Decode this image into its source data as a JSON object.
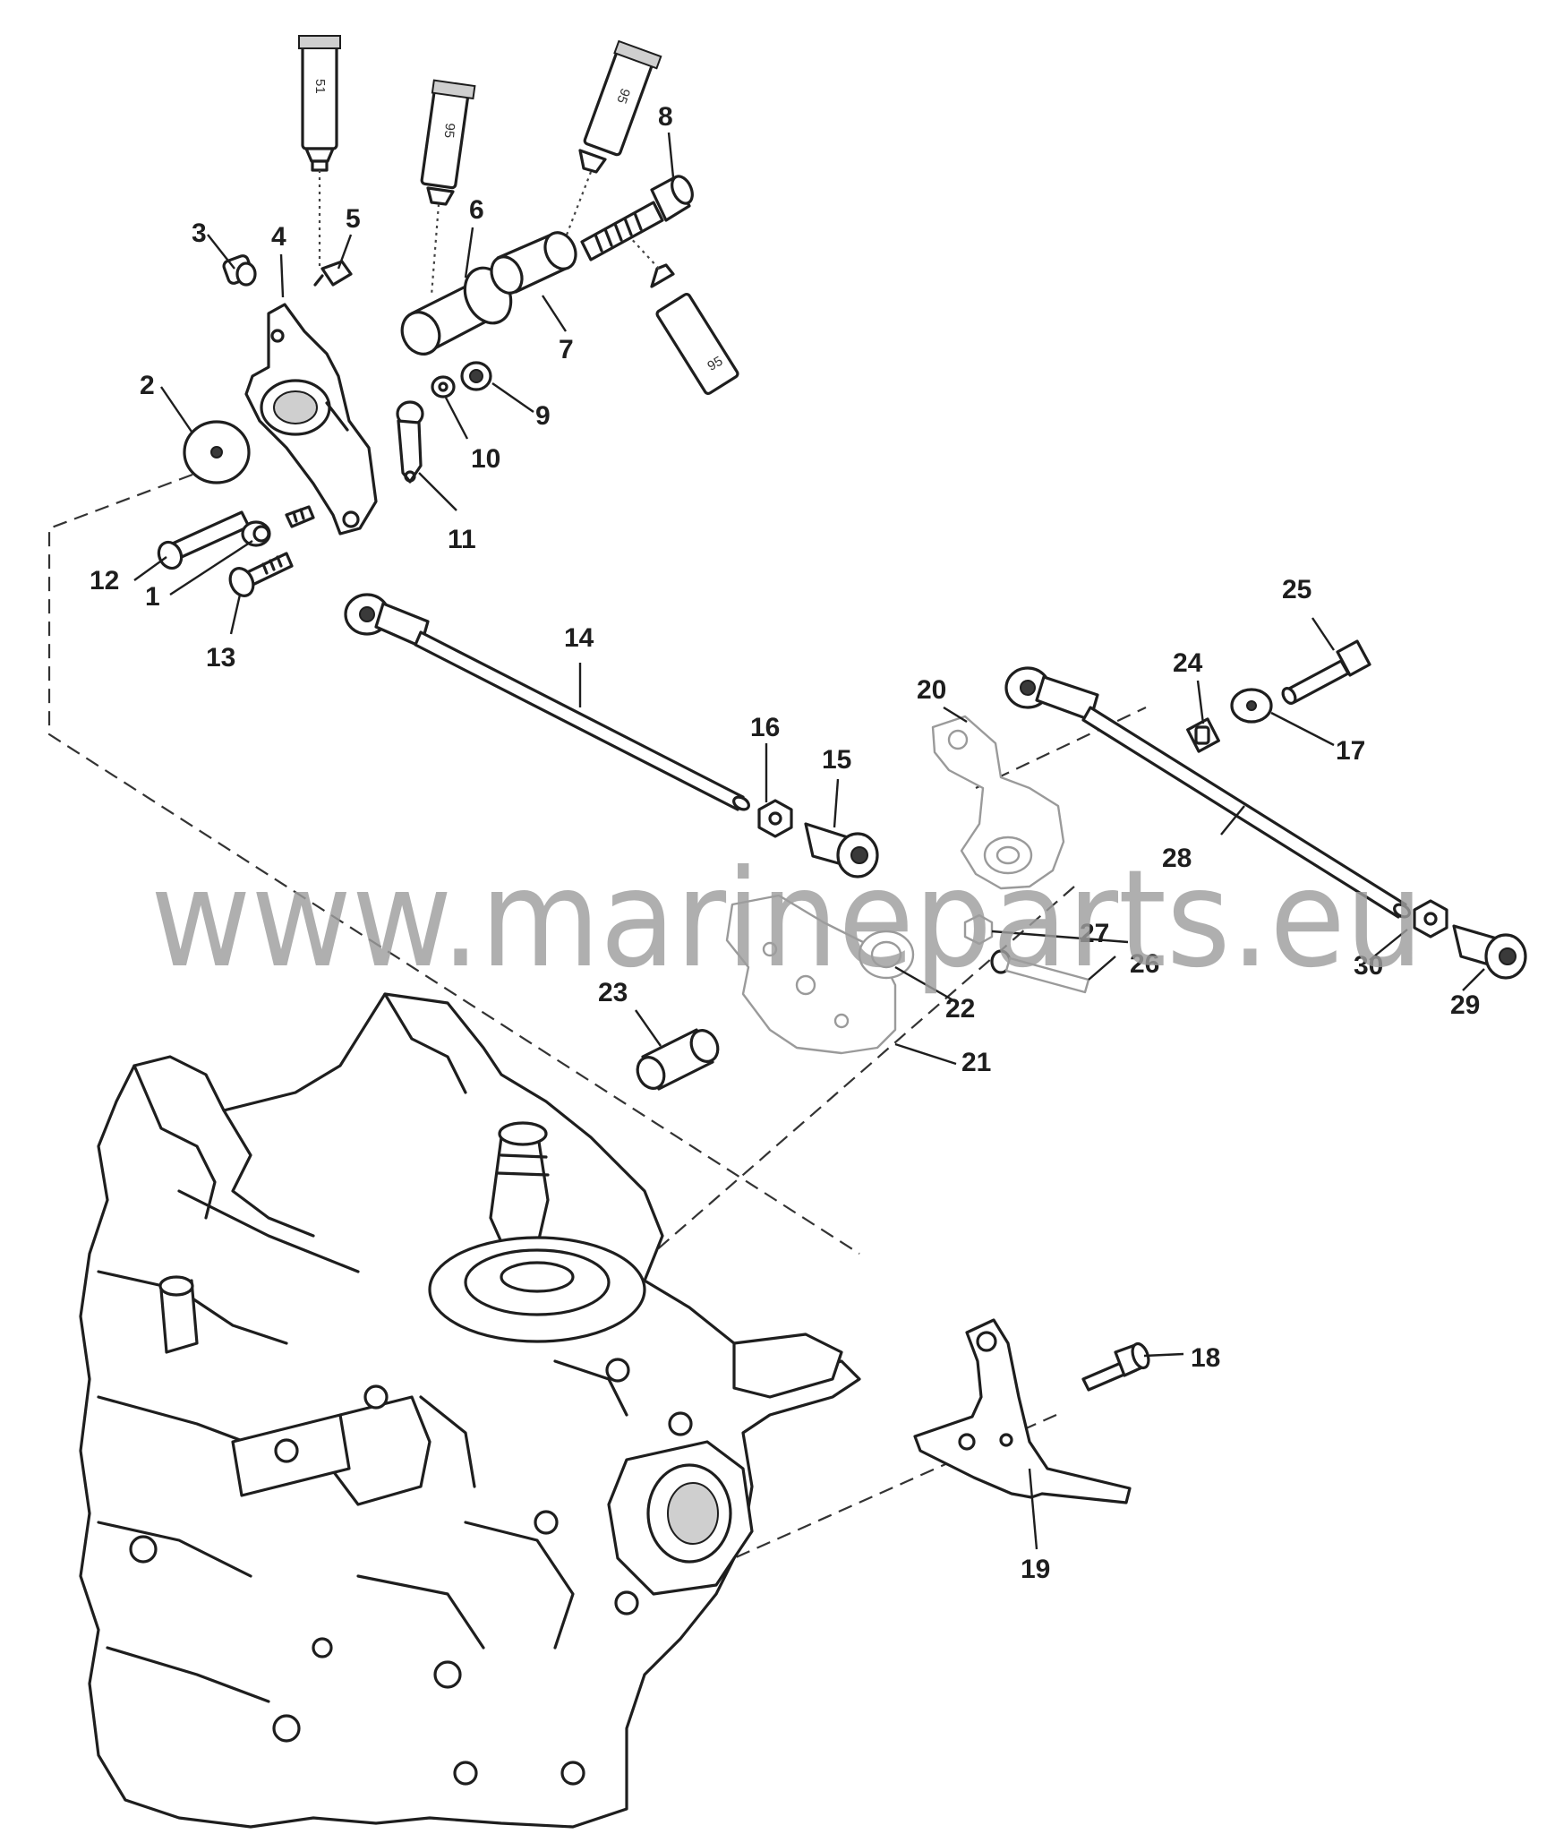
{
  "watermark": "www.marineparts.eu",
  "sealant_codes": [
    "51",
    "95",
    "95",
    "95"
  ],
  "callouts": {
    "c1": "1",
    "c2": "2",
    "c3": "3",
    "c4": "4",
    "c5": "5",
    "c6": "6",
    "c7": "7",
    "c8": "8",
    "c9": "9",
    "c10": "10",
    "c11": "11",
    "c12": "12",
    "c13": "13",
    "c14": "14",
    "c15": "15",
    "c16": "16",
    "c17": "17",
    "c18": "18",
    "c19": "19",
    "c20": "20",
    "c21": "21",
    "c22": "22",
    "c23": "23",
    "c24": "24",
    "c25": "25",
    "c26": "26",
    "c27": "27",
    "c28": "28",
    "c29": "29",
    "c30": "30"
  }
}
